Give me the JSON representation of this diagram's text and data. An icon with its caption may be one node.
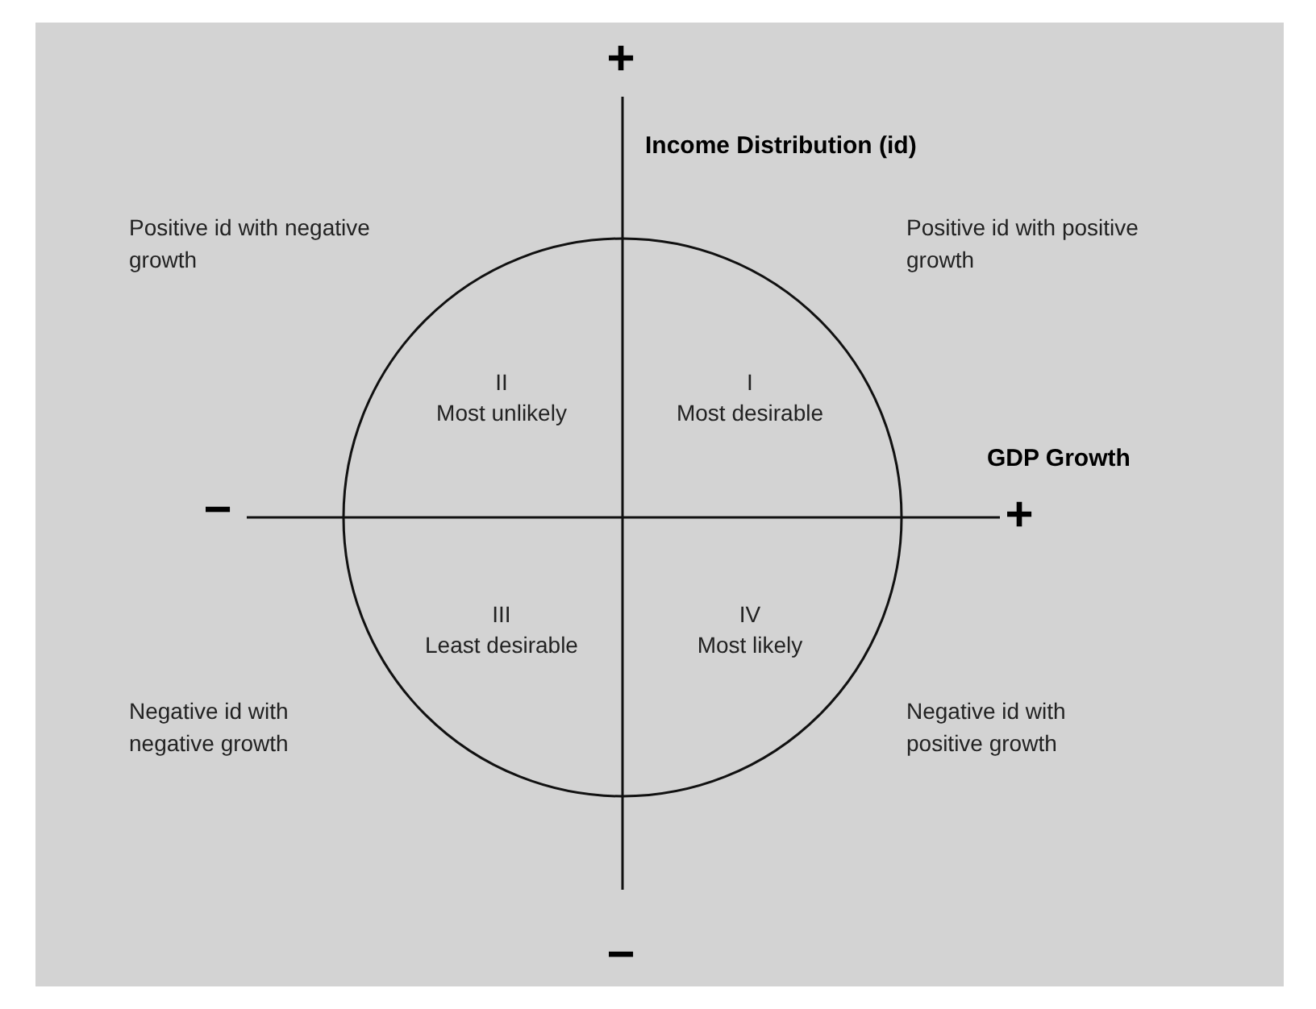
{
  "diagram": {
    "labels": [
      "+",
      "Income Distribution (id)",
      "Positive id with negative growth",
      "Positive id with positive growth",
      "II",
      "Most unlikely",
      "I",
      "Most desirable",
      "GDP Growth",
      "−",
      "+",
      "III",
      "Least desirable",
      "IV",
      "Most likely",
      "Negative id with negative growth",
      "Negative id with positive growth",
      "−"
    ]
  }
}
